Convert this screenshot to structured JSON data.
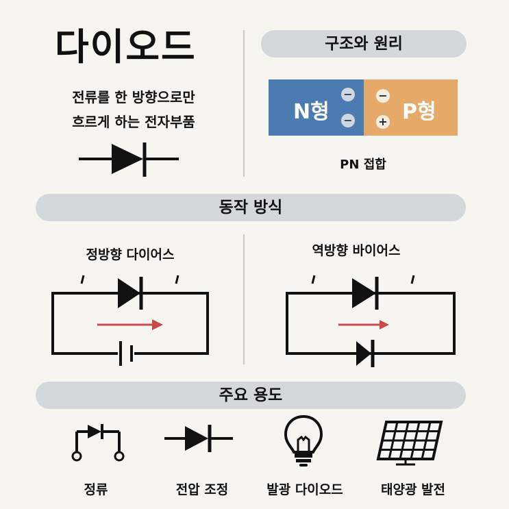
{
  "header": {
    "title": "다이오드",
    "subtitle_line1": "전류를 한 방향으로만",
    "subtitle_line2": "흐르게 하는 전자부품"
  },
  "structure": {
    "heading": "구조와 원리",
    "n_label": "N형",
    "p_label": "P형",
    "junction_label": "PN 접합",
    "neg_sign": "−",
    "pos_sign": "+"
  },
  "operation": {
    "heading": "동작 방식",
    "forward_label": "정방향 다이어스",
    "reverse_label": "역방향 바이어스",
    "current_color": "#c84a4a"
  },
  "uses": {
    "heading": "주요 용도",
    "items": [
      {
        "label": "정류",
        "icon": "rectifier-icon"
      },
      {
        "label": "전압 조정",
        "icon": "diode-symbol-icon"
      },
      {
        "label": "발광 다이오드",
        "icon": "light-bulb-icon"
      },
      {
        "label": "태양광 발전",
        "icon": "solar-panel-icon"
      }
    ]
  },
  "colors": {
    "n_region": "#4c7bb2",
    "p_region": "#e5aa69",
    "pill": "#d3d8dd",
    "background": "#f7f5f0"
  }
}
